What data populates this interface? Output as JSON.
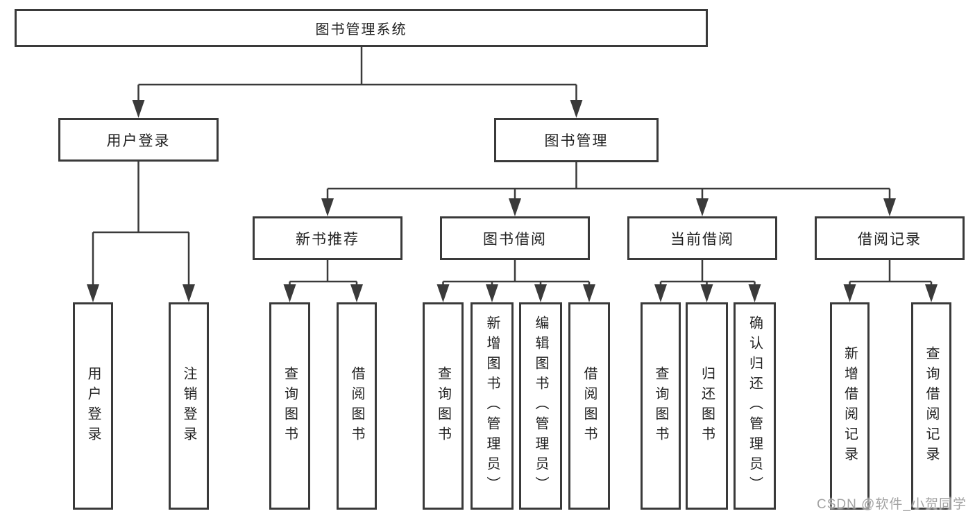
{
  "diagram": {
    "type": "hierarchy-tree",
    "title": "图书管理系统",
    "watermark": "CSDN @软件_小贺同学",
    "colors": {
      "line": "#3a3a3a",
      "text": "#212121",
      "watermark": "#9e9e9e",
      "background": "#ffffff"
    }
  },
  "tree": {
    "label": "图书管理系统",
    "children": [
      {
        "label": "用户登录",
        "children": [
          {
            "label": "用户登录"
          },
          {
            "label": "注销登录"
          }
        ]
      },
      {
        "label": "图书管理",
        "children": [
          {
            "label": "新书推荐",
            "children": [
              {
                "label": "查询图书"
              },
              {
                "label": "借阅图书"
              }
            ]
          },
          {
            "label": "图书借阅",
            "children": [
              {
                "label": "查询图书"
              },
              {
                "label": "新增图书（管理员）"
              },
              {
                "label": "编辑图书（管理员）"
              },
              {
                "label": "借阅图书"
              }
            ]
          },
          {
            "label": "当前借阅",
            "children": [
              {
                "label": "查询图书"
              },
              {
                "label": "归还图书"
              },
              {
                "label": "确认归还（管理员）"
              }
            ]
          },
          {
            "label": "借阅记录",
            "children": [
              {
                "label": "新增借阅记录"
              },
              {
                "label": "查询借阅记录"
              }
            ]
          }
        ]
      }
    ]
  }
}
